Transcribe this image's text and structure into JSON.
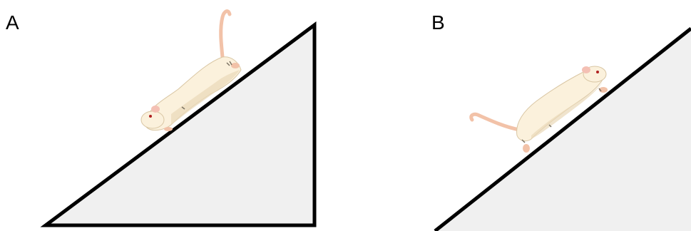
{
  "panels": [
    {
      "label": "A",
      "rat_direction": "facing-downhill",
      "incline_color": "#f0f0f0"
    },
    {
      "label": "B",
      "rat_direction": "facing-uphill",
      "incline_color": "#f0f0f0"
    }
  ],
  "colors": {
    "outline": "#000000",
    "incline_fill": "#f0f0f0",
    "rat_body": "#fbf1dc",
    "rat_shade": "#e9d8b8",
    "tail": "#f2c2a8",
    "ear": "#f4c0b4",
    "eye": "#b02020"
  }
}
